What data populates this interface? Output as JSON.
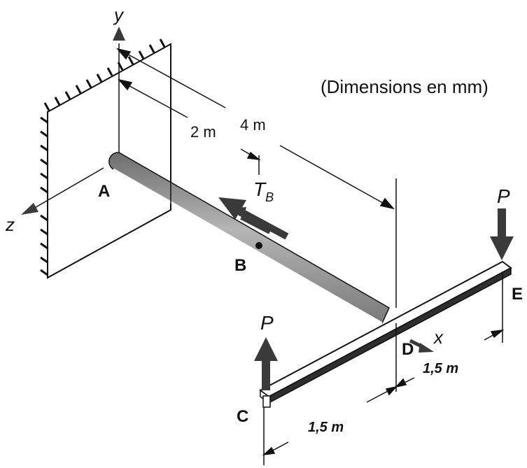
{
  "note": "(Dimensions en mm)",
  "axes": {
    "y": "y",
    "z": "z",
    "x": "x"
  },
  "points": {
    "A": "A",
    "B": "B",
    "C": "C",
    "D": "D",
    "E": "E"
  },
  "loads": {
    "tb_main": "T",
    "tb_sub": "B",
    "p_top": "P",
    "p_bottom": "P"
  },
  "dimensions": {
    "d_2m": "2 m",
    "d_4m": "4 m",
    "d_15m_right": "1,5 m",
    "d_15m_bottom": "1,5 m"
  },
  "colors": {
    "ink": "#111111",
    "shaft": "#8c8c8c",
    "arrow": "#3a3a3a",
    "wall": "#ffffff"
  }
}
